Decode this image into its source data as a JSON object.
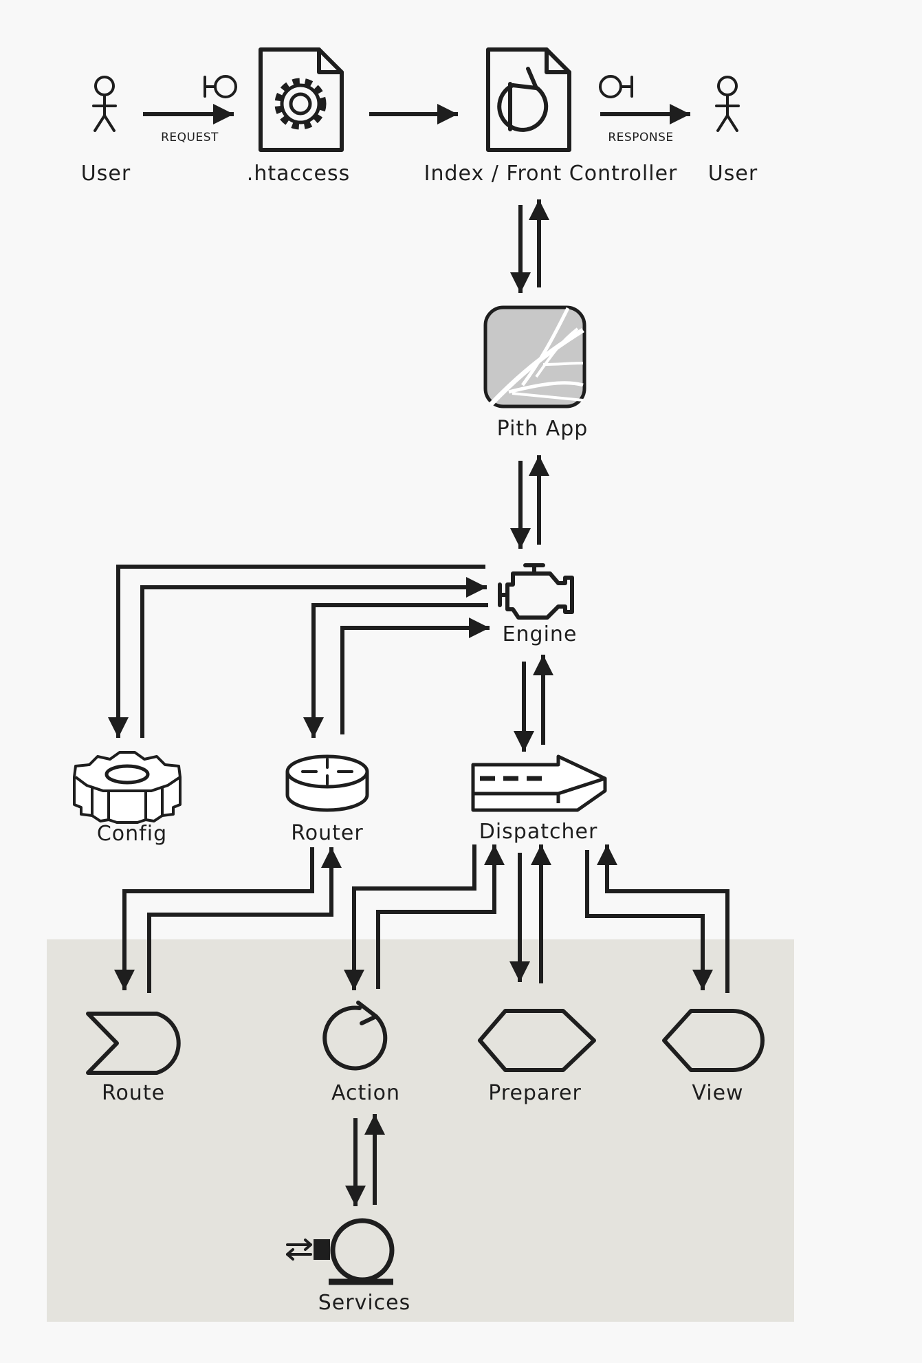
{
  "nodes": {
    "user_left": "User",
    "htaccess": ".htaccess",
    "index": "Index / Front Controller",
    "user_right": "User",
    "pith_app": "Pith App",
    "engine": "Engine",
    "config": "Config",
    "router": "Router",
    "dispatcher": "Dispatcher",
    "route": "Route",
    "action": "Action",
    "preparer": "Preparer",
    "view": "View",
    "services": "Services"
  },
  "edges": {
    "request": "REQUEST",
    "response": "RESPONSE"
  },
  "colors": {
    "ink": "#1e1e1e",
    "background": "#f8f8f8",
    "zone": "#e4e3dd",
    "app_fill": "#c8c8c8"
  }
}
